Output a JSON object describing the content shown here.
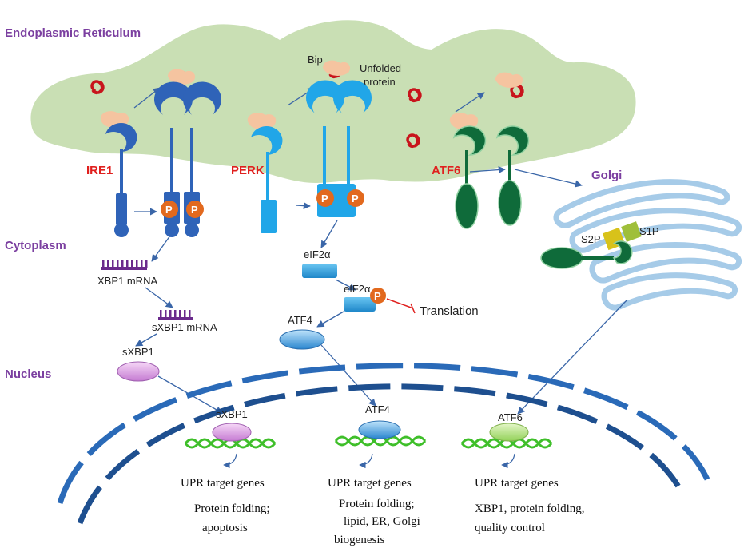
{
  "regions": {
    "er": "Endoplasmic Reticulum",
    "cytoplasm": "Cytoplasm",
    "nucleus": "Nucleus",
    "golgi": "Golgi"
  },
  "sensors": {
    "ire1": "IRE1",
    "perk": "PERK",
    "atf6": "ATF6"
  },
  "er_labels": {
    "bip": "Bip",
    "unfolded_line1": "Unfolded",
    "unfolded_line2": "protein"
  },
  "phospho": "P",
  "ire1_path": {
    "xbp1_mrna": "XBP1 mRNA",
    "sxbp1_mrna": "sXBP1 mRNA",
    "sxbp1": "sXBP1",
    "sxbp1_nuc": "sXBP1"
  },
  "perk_path": {
    "eif2a": "eIF2α",
    "eif2a_p": "eIF2α",
    "translation": "Translation",
    "atf4": "ATF4",
    "atf4_nuc": "ATF4"
  },
  "atf6_path": {
    "s2p": "S2P",
    "s1p": "S1P",
    "atf6_nuc": "ATF6"
  },
  "targets": {
    "upr1": "UPR target genes",
    "upr2": "UPR target genes",
    "upr3": "UPR target genes",
    "out1_l1": "Protein folding;",
    "out1_l2": "apoptosis",
    "out2_l1": "Protein folding;",
    "out2_l2": "lipid, ER, Golgi",
    "out2_l3": "biogenesis",
    "out3_l1": "XBP1, protein folding,",
    "out3_l2": "quality control"
  },
  "colors": {
    "er": "#c9dfb4",
    "ire1": "#2f63b8",
    "perk": "#21a6e8",
    "atf6": "#0f6b3a",
    "bip": "#f5c4a0",
    "unfolded": "#c8141c",
    "phospho": "#e2691e",
    "region": "#7b3fa0",
    "sensor_label": "#e0201e",
    "arrow": "#3a66a8",
    "dna": "#3fbf2a",
    "nucleus": "#2a5fa8"
  }
}
